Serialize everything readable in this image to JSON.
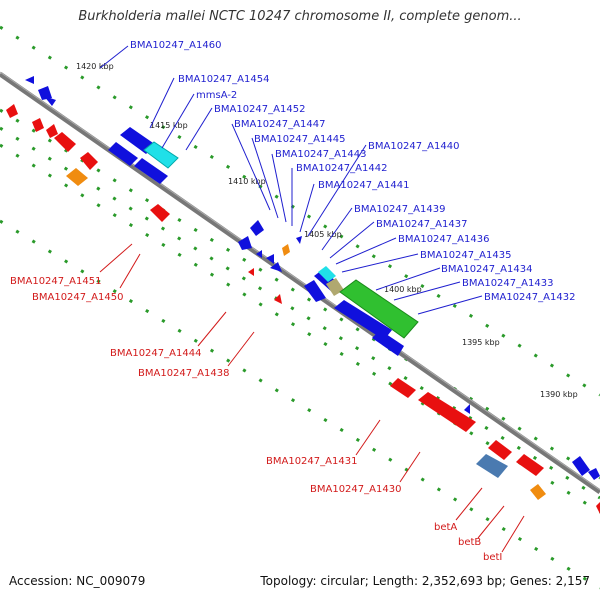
{
  "title": "Burkholderia mallei NCTC 10247 chromosome II, complete genom...",
  "footer": {
    "accession": "Accession: NC_009079",
    "info": "Topology: circular; Length: 2,352,693 bp; Genes: 2,157"
  },
  "ticks": [
    "1420 kbp",
    "1415 kbp",
    "1410 kbp",
    "1405 kbp",
    "1400 kbp",
    "1395 kbp",
    "1390 kbp"
  ],
  "labels_top": [
    "BMA10247_A1460",
    "BMA10247_A1454",
    "mmsA-2",
    "BMA10247_A1452",
    "BMA10247_A1447",
    "BMA10247_A1445",
    "BMA10247_A1443",
    "BMA10247_A1442",
    "BMA10247_A1441",
    "BMA10247_A1440",
    "BMA10247_A1439",
    "BMA10247_A1437",
    "BMA10247_A1436",
    "BMA10247_A1435",
    "BMA10247_A1434",
    "BMA10247_A1433",
    "BMA10247_A1432"
  ],
  "labels_bottom": [
    "BMA10247_A1451",
    "BMA10247_A1450",
    "BMA10247_A1444",
    "BMA10247_A1438",
    "BMA10247_A1431",
    "BMA10247_A1430",
    "betA",
    "betB",
    "betI"
  ],
  "colors": {
    "forward": "#1010dd",
    "reverse": "#e81010",
    "cyan": "#20e0e8",
    "green": "#30c030",
    "orange": "#f08c10",
    "steel": "#4a7ab0",
    "khaki": "#b0a870",
    "axis": "#777777",
    "dots": "#2a9a2a"
  }
}
